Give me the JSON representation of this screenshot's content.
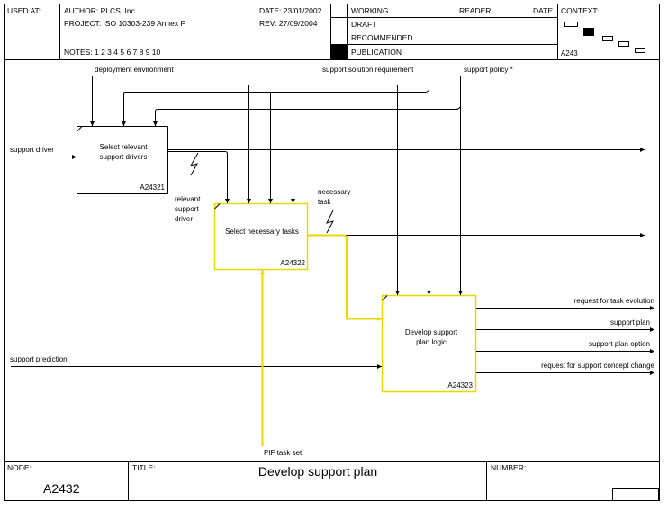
{
  "header": {
    "used_at": "USED AT:",
    "author": "AUTHOR:  PLCS, Inc",
    "project": "PROJECT:  ISO 10303-239 Annex F",
    "notes": "NOTES:  1  2  3  4  5  6  7  8  9  10",
    "date": "DATE:  23/01/2002",
    "rev": "REV:   27/09/2004",
    "status": [
      "WORKING",
      "DRAFT",
      "RECOMMENDED",
      "PUBLICATION"
    ],
    "reader": "READER",
    "date_col": "DATE",
    "context": "CONTEXT:",
    "context_node": "A243"
  },
  "footer": {
    "node_label": "NODE:",
    "node_value": "A2432",
    "title_label": "TITLE:",
    "title_value": "Develop support plan",
    "number_label": "NUMBER:"
  },
  "diagram": {
    "boxes": [
      {
        "id": "b1",
        "label": [
          "Select relevant",
          "support drivers"
        ],
        "node": "A24321"
      },
      {
        "id": "b2",
        "label": [
          "Select necessary tasks"
        ],
        "node": "A24322"
      },
      {
        "id": "b3",
        "label": [
          "Develop support",
          "plan logic"
        ],
        "node": "A24323"
      }
    ],
    "arrow_labels": {
      "deployment_environment": "deployment environment",
      "support_solution_requirement": "support solution requirement",
      "support_policy": "support policy *",
      "support_driver": "support driver",
      "relevant_support_driver": [
        "relevant",
        "support",
        "driver"
      ],
      "necessary_task": [
        "necessary",
        "task"
      ],
      "support_prediction": "support prediction",
      "pif_task_set": "PIF task set",
      "request_for_task_evolution": "request for task evolution",
      "support_plan": "support plan",
      "support_plan_option": "support plan option",
      "request_for_support_concept_change": "request for support concept change"
    },
    "highlight_color": "#e6d800",
    "line_color": "#000000"
  }
}
